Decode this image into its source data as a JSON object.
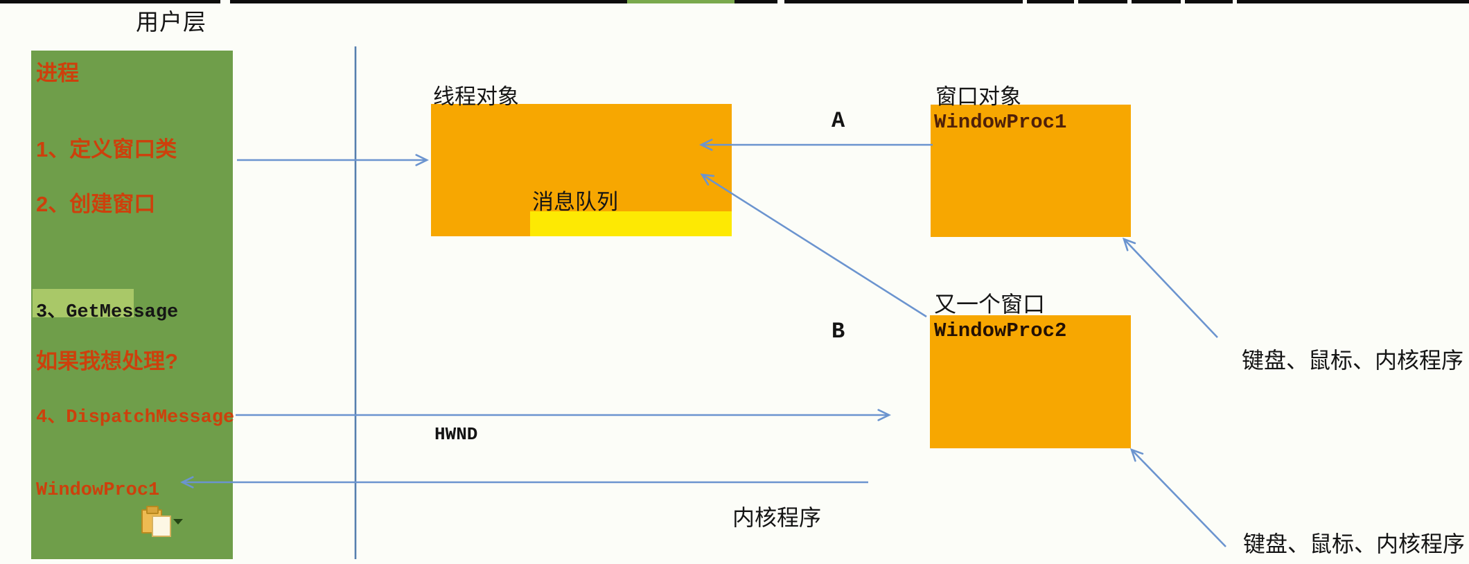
{
  "slide": {
    "title": "用户层"
  },
  "process_panel": {
    "name_label": "进程",
    "step1": "1、定义窗口类",
    "step2": "2、创建窗口",
    "step3": "3、GetMessage",
    "question": "如果我想处理?",
    "step4": "4、DispatchMessage",
    "winproc": "WindowProc1"
  },
  "thread_box": {
    "label": "线程对象",
    "queue_label": "消息队列"
  },
  "window_box1": {
    "label": "窗口对象",
    "proc": "WindowProc1"
  },
  "window_box2": {
    "label": "又一个窗口",
    "proc": "WindowProc2"
  },
  "arrow_labels": {
    "a": "A",
    "b": "B",
    "hwnd": "HWND",
    "kernel": "内核程序"
  },
  "notes": {
    "top_right": "键盘、鼠标、内核程序",
    "bottom_right": "键盘、鼠标、内核程序"
  },
  "colors": {
    "panel_green": "#6f9e4a",
    "highlight_green": "#a9c868",
    "box_orange": "#f7a701",
    "queue_yellow": "#fde903",
    "step_red": "#cd400c",
    "arrow_blue": "#6b94cf",
    "divider_blue": "#567fae",
    "topbar_black": "#0d0d0d"
  },
  "icons": {
    "paste_options": "paste-options-icon"
  }
}
